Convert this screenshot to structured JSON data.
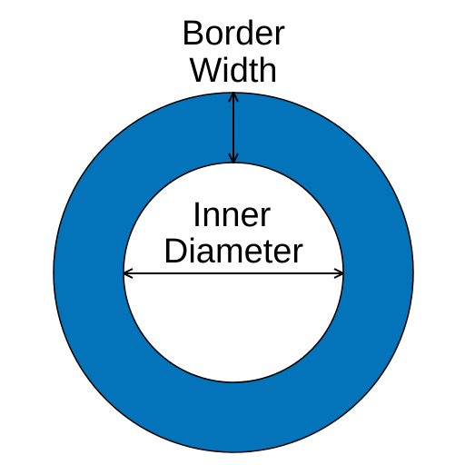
{
  "diagram": {
    "border_width_label": {
      "line1": "Border",
      "line2": "Width"
    },
    "inner_diameter_label": {
      "line1": "Inner",
      "line2": "Diameter"
    },
    "colors": {
      "ring_fill": "#0373BA",
      "outline": "#000000",
      "inner_fill": "#ffffff",
      "arrow": "#000000"
    }
  }
}
